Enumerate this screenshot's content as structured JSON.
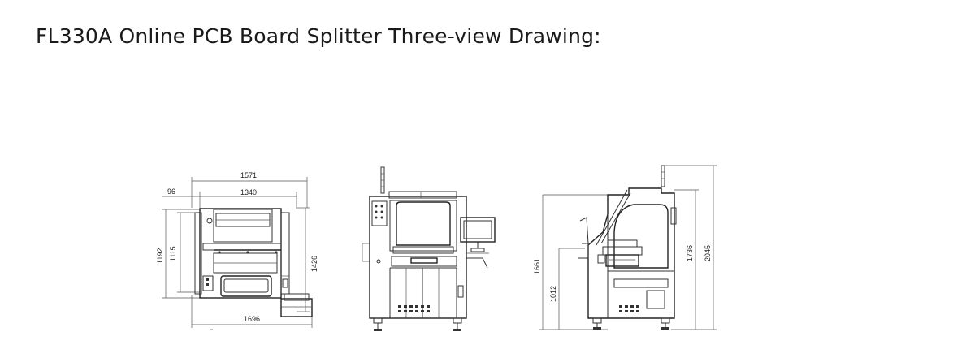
{
  "title": "FL330A Online PCB Board Splitter Three-view Drawing:",
  "top_view": {
    "dim_width_total": "1571",
    "dim_offset": "96",
    "dim_width_inner": "1340",
    "dim_height_left_outer": "1192",
    "dim_height_left_inner": "1115",
    "dim_height_right": "1426",
    "dim_bottom": "1696"
  },
  "side_view": {
    "dim_height_1661": "1661",
    "dim_height_1012": "1012",
    "dim_height_1736": "1736",
    "dim_height_2045": "2045"
  }
}
